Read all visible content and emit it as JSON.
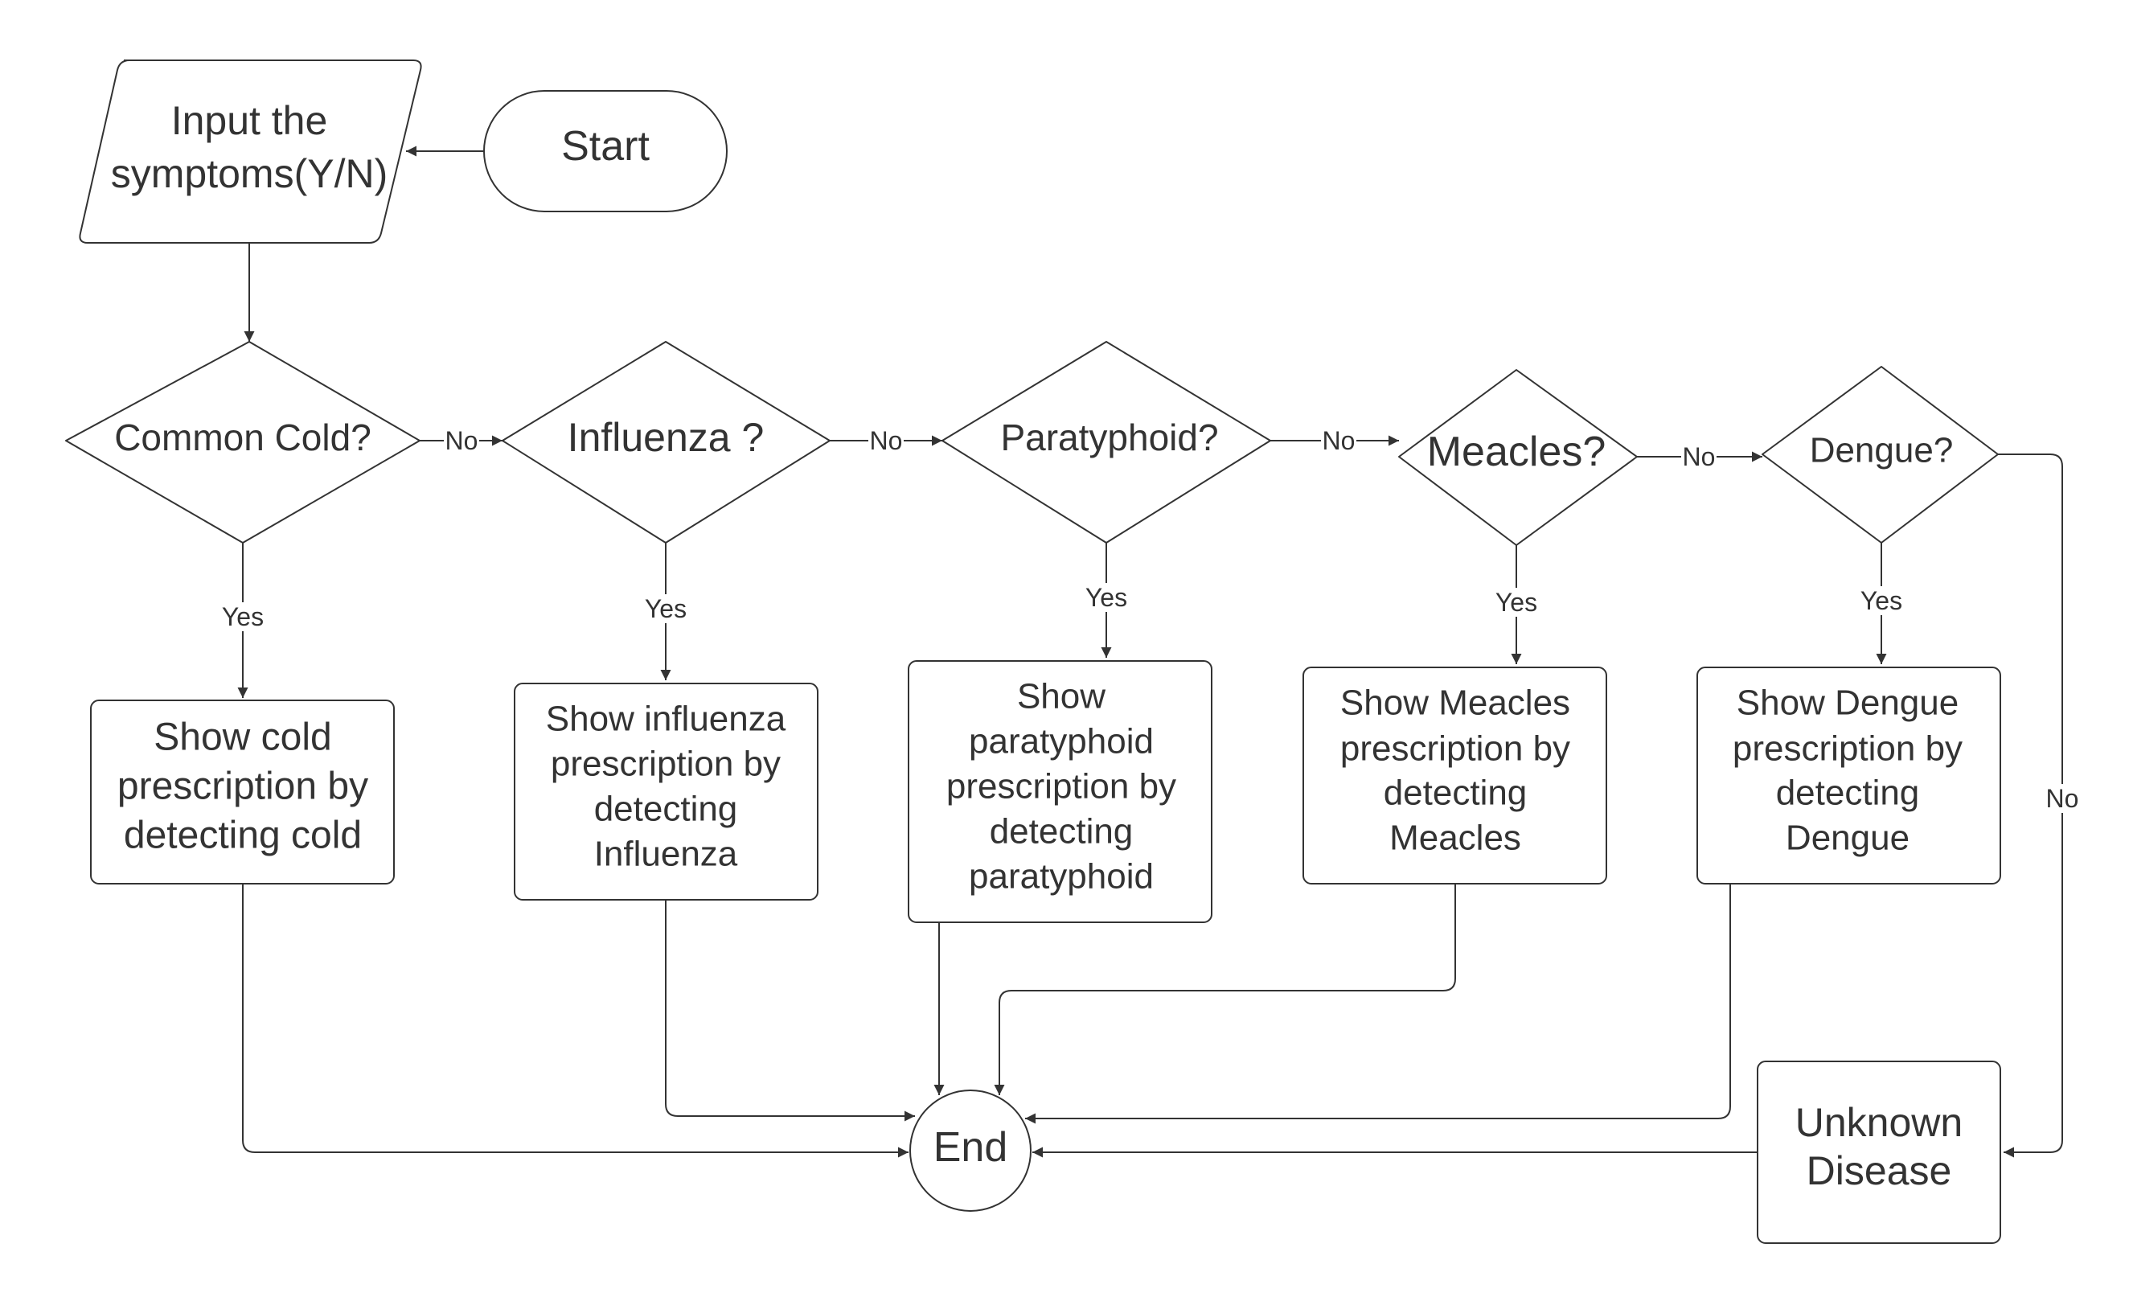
{
  "nodes": {
    "start": "Start",
    "input": [
      "Input the",
      "symptoms(Y/N)"
    ],
    "q_cold": "Common Cold?",
    "q_flu": "Influenza ?",
    "q_para": "Paratyphoid?",
    "q_meacles": "Meacles?",
    "q_dengue": "Dengue?",
    "show_cold": [
      "Show  cold",
      "prescription by",
      "detecting cold"
    ],
    "show_flu": [
      "Show influenza",
      "prescription by",
      "detecting",
      "Influenza"
    ],
    "show_para": [
      "Show",
      "paratyphoid",
      "prescription by",
      "detecting",
      "paratyphoid"
    ],
    "show_meacles": [
      "Show Meacles",
      "prescription by",
      "detecting",
      "Meacles"
    ],
    "show_dengue": [
      "Show Dengue",
      "prescription by",
      "detecting",
      "Dengue"
    ],
    "unknown": [
      "Unknown",
      "Disease"
    ],
    "end": "End"
  },
  "edges": {
    "yes": "Yes",
    "no": "No"
  },
  "colors": {
    "stroke": "#333333",
    "background": "#ffffff"
  }
}
